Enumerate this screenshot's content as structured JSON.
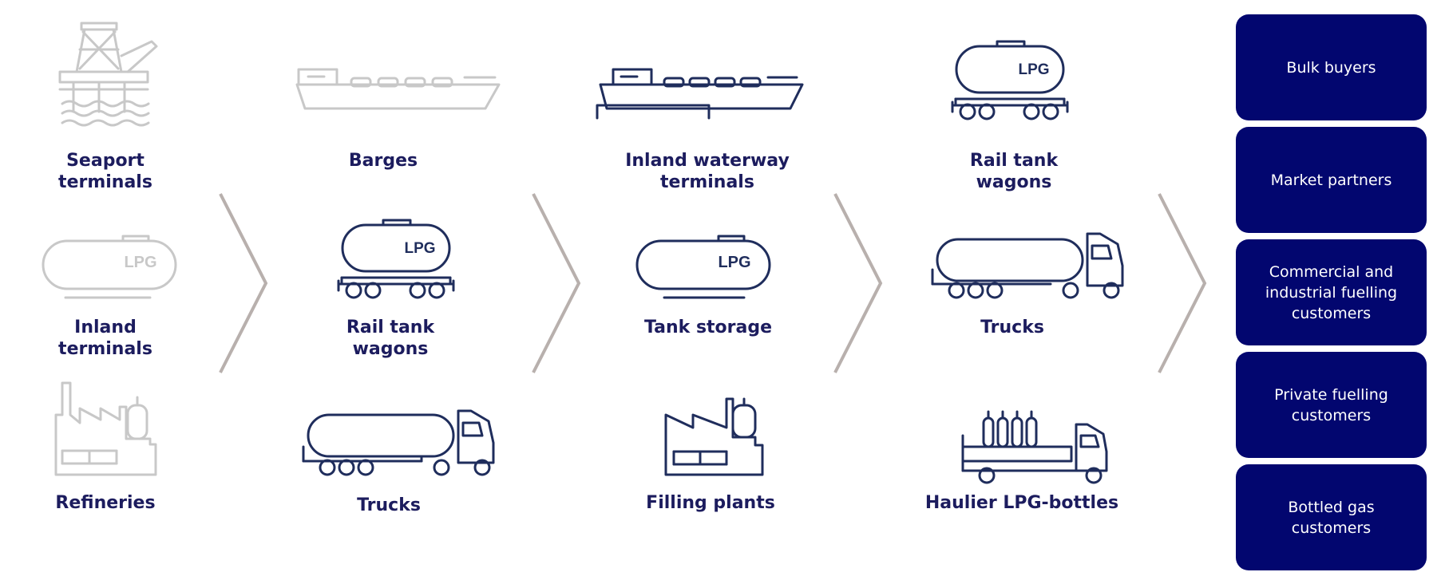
{
  "columns": [
    {
      "items": [
        {
          "label": "Seaport\nterminals",
          "icon": "oil-platform-icon",
          "tone": "inactive"
        },
        {
          "label": "Inland\nterminals",
          "icon": "lpg-tank-icon",
          "tone": "inactive"
        },
        {
          "label": "Refineries",
          "icon": "refinery-icon",
          "tone": "inactive"
        }
      ]
    },
    {
      "items": [
        {
          "label": "Barges",
          "icon": "barge-icon",
          "tone": "inactive"
        },
        {
          "label": "Rail tank\nwagons",
          "icon": "rail-tank-wagon-icon",
          "tone": "active"
        },
        {
          "label": "Trucks",
          "icon": "tanker-truck-icon",
          "tone": "active"
        }
      ]
    },
    {
      "items": [
        {
          "label": "Inland waterway\nterminals",
          "icon": "waterway-terminal-icon",
          "tone": "active"
        },
        {
          "label": "Tank storage",
          "icon": "lpg-tank-icon",
          "tone": "active"
        },
        {
          "label": "Filling plants",
          "icon": "filling-plant-icon",
          "tone": "active"
        }
      ]
    },
    {
      "items": [
        {
          "label": "Rail tank\nwagons",
          "icon": "rail-tank-wagon-icon",
          "tone": "active"
        },
        {
          "label": "Trucks",
          "icon": "tanker-truck-icon",
          "tone": "active"
        },
        {
          "label": "Haulier LPG-bottles",
          "icon": "bottle-truck-icon",
          "tone": "active"
        }
      ]
    }
  ],
  "icon_text": {
    "lpg": "LPG"
  },
  "customers": [
    "Bulk buyers",
    "Market partners",
    "Commercial and\nindustrial fuelling\ncustomers",
    "Private fuelling\ncustomers",
    "Bottled gas\ncustomers"
  ],
  "colors": {
    "label_text": "#1c1c5e",
    "icon_active": "#1f2d5c",
    "icon_inactive": "#c8c8c8",
    "chevron": "#b8b0ad",
    "customer_box": "#02066f"
  }
}
